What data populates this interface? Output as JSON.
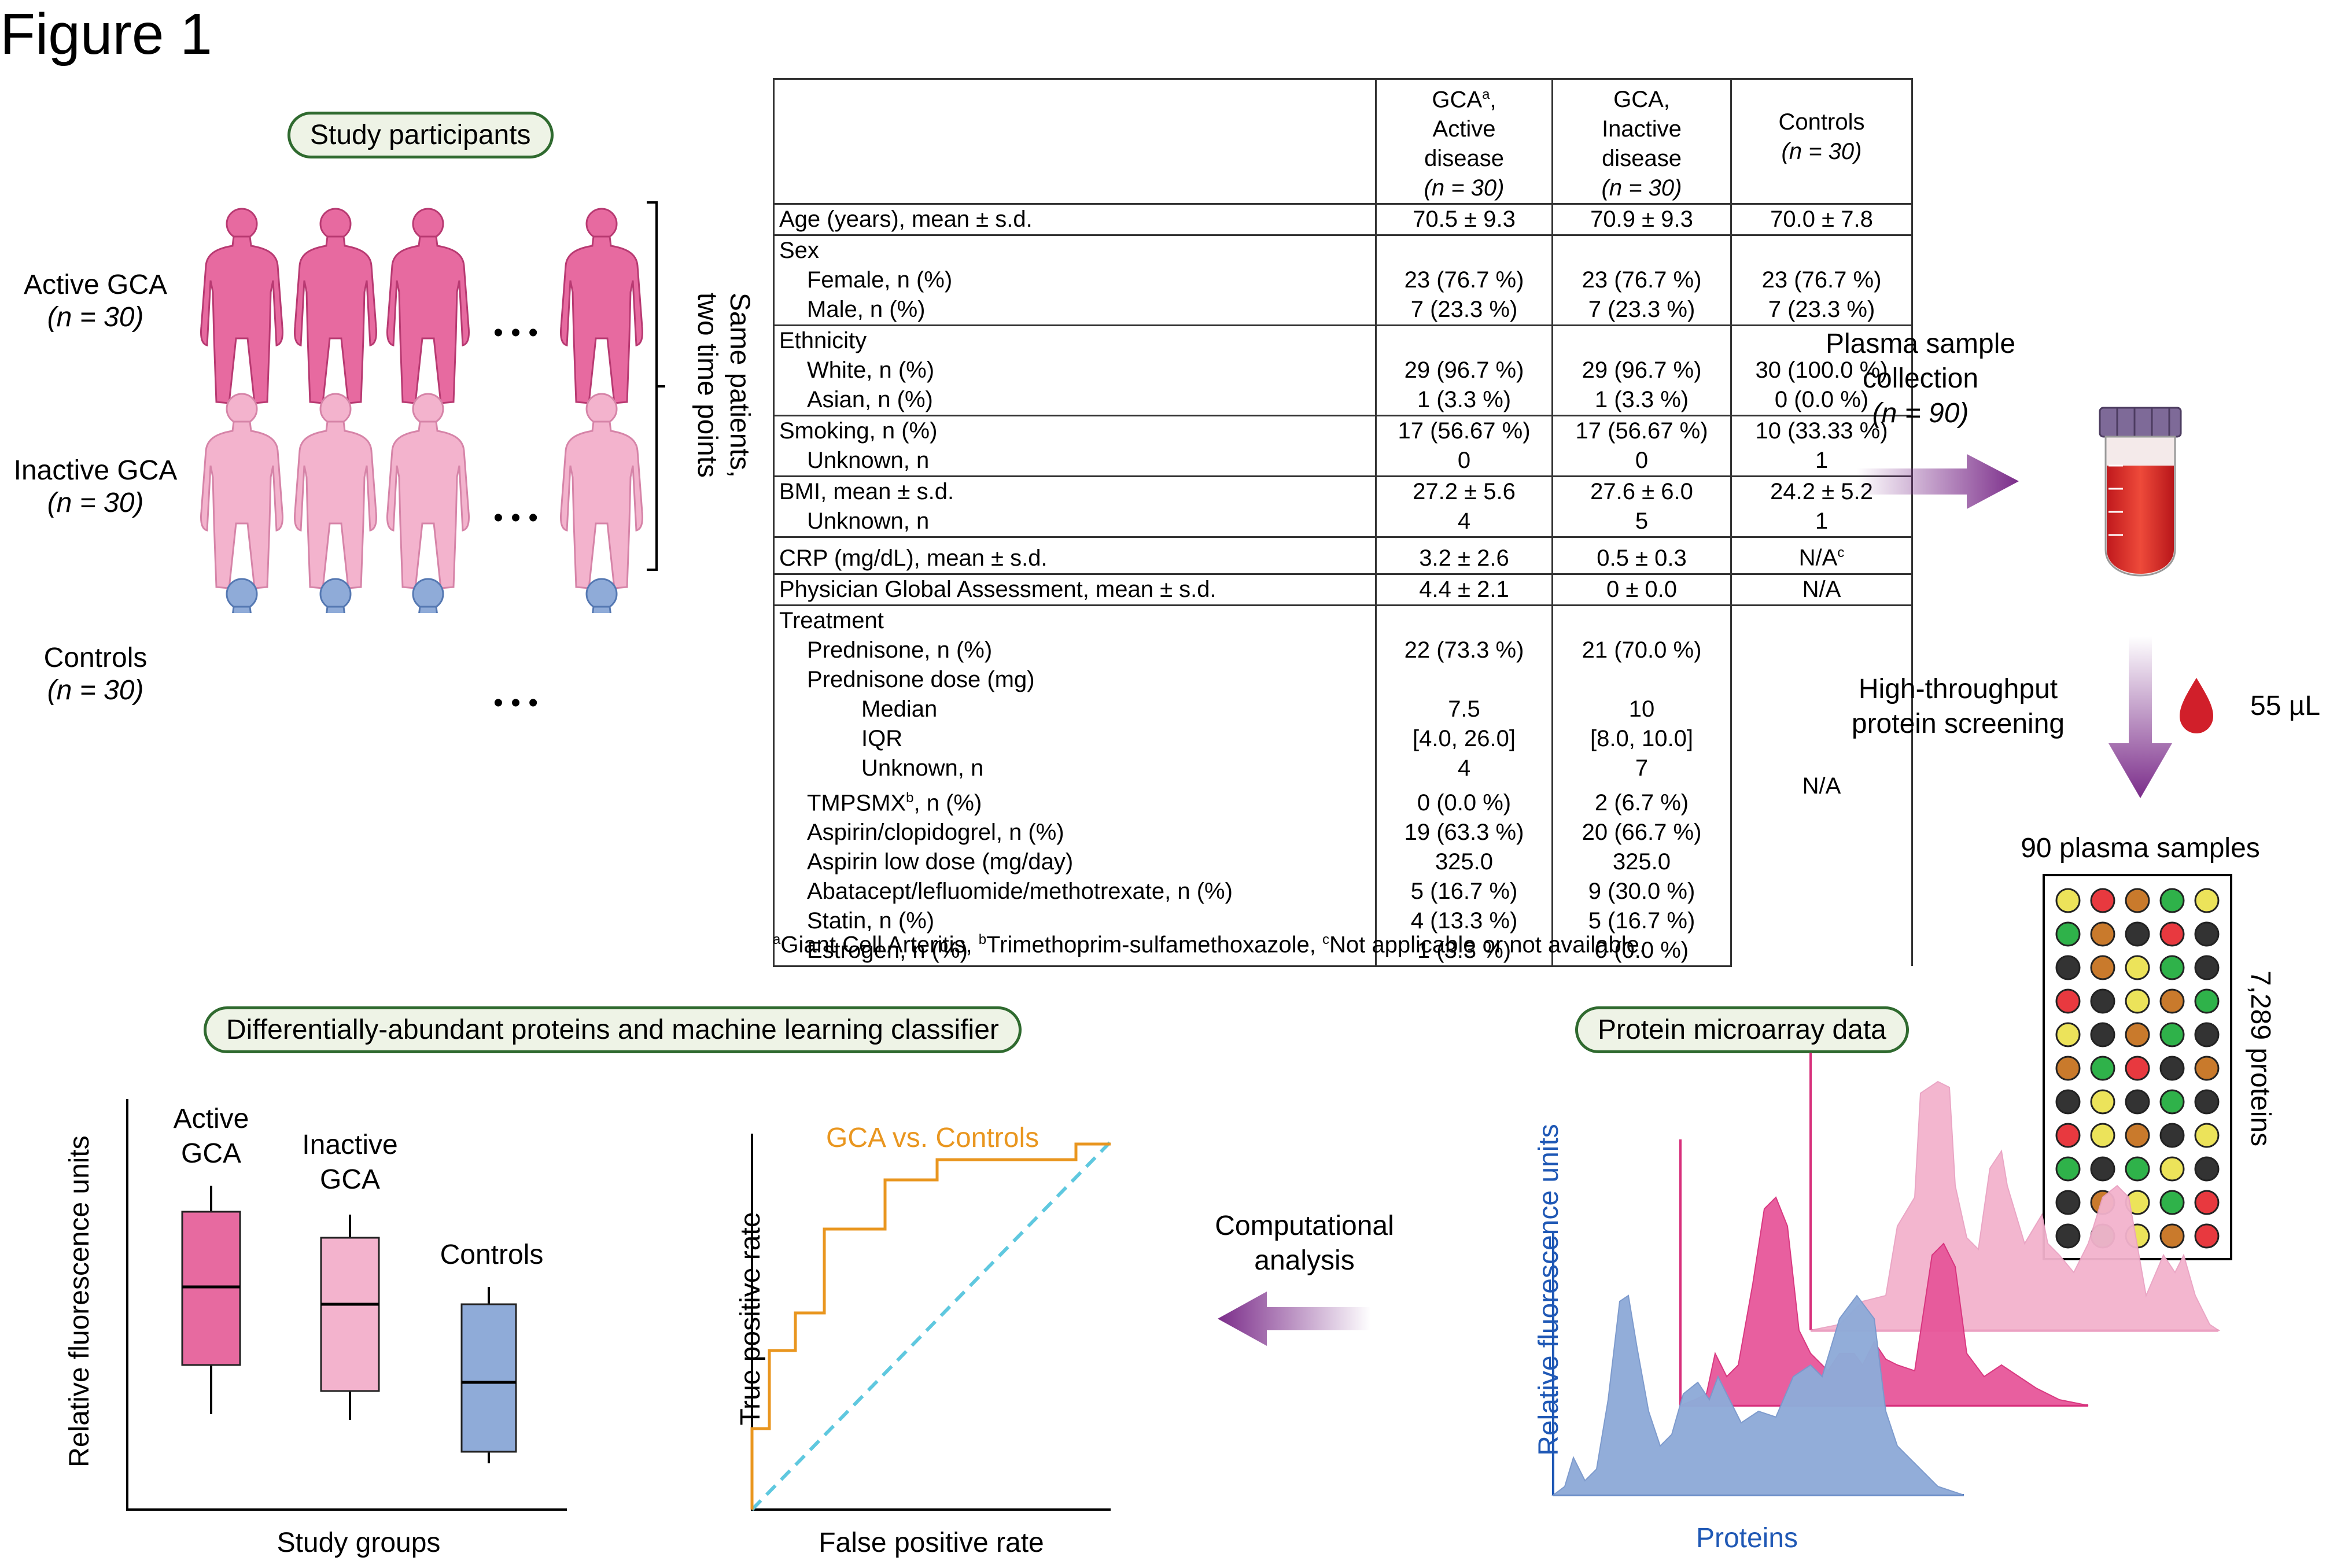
{
  "figure_title": "Figure 1",
  "study_participants": {
    "pill": "Study participants",
    "groups": [
      {
        "name": "Active GCA",
        "n": "(n = 30)",
        "color": "#e76aa0"
      },
      {
        "name": "Inactive GCA",
        "n": "(n = 30)",
        "color": "#f3b3cd"
      },
      {
        "name": "Controls",
        "n": "(n = 30)",
        "color": "#8fabd8"
      }
    ],
    "ellipsis": "• • •",
    "bracket_label_1": "Same patients,",
    "bracket_label_2": "two time points"
  },
  "table": {
    "headers": [
      {
        "line1": "GCA",
        "sup": "a",
        "line1b": ",",
        "line2": "Active",
        "line3": "disease",
        "line4": "(n = 30)"
      },
      {
        "line1": "GCA,",
        "line2": "Inactive",
        "line3": "disease",
        "line4": "(n = 30)"
      },
      {
        "line1": "Controls",
        "line2": "(n = 30)"
      }
    ],
    "sections": [
      {
        "rows": [
          {
            "label": "Age (years), mean ± s.d.",
            "indent": 0,
            "v": [
              "70.5 ± 9.3",
              "70.9 ± 9.3",
              "70.0 ± 7.8"
            ]
          }
        ]
      },
      {
        "rows": [
          {
            "label": "Sex",
            "indent": 0,
            "v": [
              "",
              "",
              ""
            ]
          },
          {
            "label": "Female, n (%)",
            "indent": 1,
            "v": [
              "23 (76.7 %)",
              "23 (76.7 %)",
              "23 (76.7 %)"
            ]
          },
          {
            "label": "Male, n (%)",
            "indent": 1,
            "v": [
              "7 (23.3 %)",
              "7 (23.3 %)",
              "7 (23.3 %)"
            ]
          }
        ]
      },
      {
        "rows": [
          {
            "label": "Ethnicity",
            "indent": 0,
            "v": [
              "",
              "",
              ""
            ]
          },
          {
            "label": "White, n (%)",
            "indent": 1,
            "v": [
              "29 (96.7 %)",
              "29 (96.7 %)",
              "30 (100.0 %)"
            ]
          },
          {
            "label": "Asian, n (%)",
            "indent": 1,
            "v": [
              "1 (3.3 %)",
              "1 (3.3 %)",
              "0 (0.0 %)"
            ]
          }
        ]
      },
      {
        "rows": [
          {
            "label": "Smoking, n (%)",
            "indent": 0,
            "v": [
              "17 (56.67 %)",
              "17 (56.67 %)",
              "10 (33.33 %)"
            ]
          },
          {
            "label": "Unknown, n",
            "indent": 1,
            "v": [
              "0",
              "0",
              "1"
            ]
          }
        ]
      },
      {
        "rows": [
          {
            "label": "BMI, mean ± s.d.",
            "indent": 0,
            "v": [
              "27.2 ± 5.6",
              "27.6 ± 6.0",
              "24.2 ± 5.2"
            ]
          },
          {
            "label": "Unknown, n",
            "indent": 1,
            "v": [
              "4",
              "5",
              "1"
            ]
          }
        ]
      },
      {
        "rows": [
          {
            "label": "CRP (mg/dL), mean ± s.d.",
            "indent": 0,
            "v": [
              "3.2 ± 2.6",
              "0.5 ± 0.3",
              "N/A"
            ],
            "sup3": "c"
          }
        ]
      },
      {
        "rows": [
          {
            "label": "Physician Global Assessment, mean ± s.d.",
            "indent": 0,
            "v": [
              "4.4 ± 2.1",
              "0 ± 0.0",
              "N/A"
            ]
          }
        ]
      },
      {
        "treatment": true,
        "controls_value": "N/A",
        "rows": [
          {
            "label": "Treatment",
            "indent": 0,
            "v": [
              "",
              ""
            ]
          },
          {
            "label": "Prednisone, n (%)",
            "indent": 1,
            "v": [
              "22 (73.3 %)",
              "21 (70.0 %)"
            ]
          },
          {
            "label": "Prednisone dose (mg)",
            "indent": 1,
            "v": [
              "",
              ""
            ]
          },
          {
            "label": "Median",
            "indent": 2,
            "v": [
              "7.5",
              "10"
            ]
          },
          {
            "label": "IQR",
            "indent": 2,
            "v": [
              "[4.0, 26.0]",
              "[8.0, 10.0]"
            ]
          },
          {
            "label": "Unknown, n",
            "indent": 2,
            "v": [
              "4",
              "7"
            ]
          },
          {
            "label": "TMPSMX",
            "sup": "b",
            "label_tail": ", n (%)",
            "indent": 1,
            "v": [
              "0 (0.0 %)",
              "2 (6.7 %)"
            ]
          },
          {
            "label": "Aspirin/clopidogrel, n (%)",
            "indent": 1,
            "v": [
              "19 (63.3 %)",
              "20 (66.7 %)"
            ]
          },
          {
            "label": "Aspirin low dose (mg/day)",
            "indent": 1,
            "v": [
              "325.0",
              "325.0"
            ]
          },
          {
            "label": "Abatacept/lefluomide/methotrexate, n (%)",
            "indent": 1,
            "v": [
              "5 (16.7 %)",
              "9 (30.0 %)"
            ]
          },
          {
            "label": "Statin, n (%)",
            "indent": 1,
            "v": [
              "4 (13.3 %)",
              "5 (16.7 %)"
            ]
          },
          {
            "label": "Estrogen, n (%)",
            "indent": 1,
            "v": [
              "1 (3.3 %)",
              "0 (0.0 %)"
            ]
          }
        ]
      }
    ],
    "footnote": [
      {
        "sup": "a",
        "text": "Giant Cell Arteritis, "
      },
      {
        "sup": "b",
        "text": "Trimethoprim-sulfamethoxazole, "
      },
      {
        "sup": "c",
        "text": "Not applicable or not available."
      }
    ]
  },
  "plasma": {
    "label_1": "Plasma sample",
    "label_2": "collection",
    "label_3": "(n = 90)",
    "screening_1": "High-throughput",
    "screening_2": "protein screening",
    "volume": "55 µL",
    "plate_title": "90 plasma samples",
    "plate_side": "7,289 proteins",
    "plate_colors": [
      "#ece35a",
      "#e8393f",
      "#c97a2c",
      "#2fb24a",
      "#333333"
    ]
  },
  "microarray": {
    "pill": "Protein microarray data",
    "ylabel": "Relative fluorescence units",
    "xlabel": "Proteins",
    "colors": {
      "blue": "#1f58b5",
      "pink": "#d72f7b",
      "light_pink": "#e9a2c2"
    }
  },
  "computational": {
    "line1": "Computational",
    "line2": "analysis"
  },
  "classifier": {
    "pill": "Differentially-abundant proteins and machine learning classifier",
    "boxplot": {
      "ylabel": "Relative fluorescence units",
      "xlabel": "Study groups",
      "groups": [
        {
          "name_1": "Active",
          "name_2": "GCA",
          "color": "#e76aa0"
        },
        {
          "name_1": "Inactive",
          "name_2": "GCA",
          "color": "#f3b3cd"
        },
        {
          "name_1": "Controls",
          "name_2": "",
          "color": "#8fabd8"
        }
      ]
    },
    "roc": {
      "ylabel": "True positive rate",
      "xlabel": "False positive rate",
      "curve_label": "GCA vs. Controls",
      "curve_color": "#e9961f",
      "diag_color": "#5fc8df"
    }
  }
}
